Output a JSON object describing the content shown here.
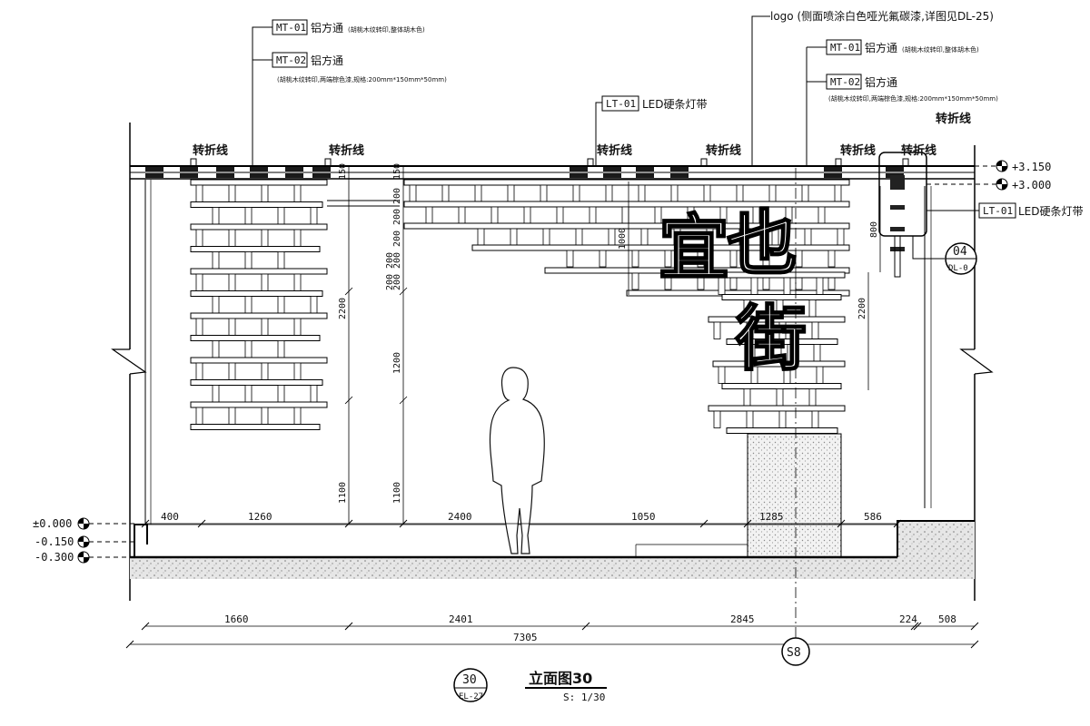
{
  "callouts": {
    "mt01_left": {
      "code": "MT-01",
      "title": "铝方通",
      "note": "(胡桃木纹转印,整体胡木色)"
    },
    "mt02_left": {
      "code": "MT-02",
      "title": "铝方通",
      "note": "(胡桃木纹转印,两端棕色漆,规格:200mm*150mm*50mm)"
    },
    "logo": "logo (侧面喷涂白色哑光氟碳漆,详图见DL-25)",
    "mt01_right": {
      "code": "MT-01",
      "title": "铝方通",
      "note": "(胡桃木纹转印,整体胡木色)"
    },
    "mt02_right": {
      "code": "MT-02",
      "title": "铝方通",
      "note": "(胡桃木纹转印,两端棕色漆,规格:200mm*150mm*50mm)"
    },
    "lt01_top": {
      "code": "LT-01",
      "title": "LED硬条灯带"
    },
    "lt01_right": {
      "code": "LT-01",
      "title": "LED硬条灯带"
    },
    "fold_line": "转折线"
  },
  "logo_chars": [
    "宜",
    "也",
    "街"
  ],
  "levels": {
    "top1": "+3.150",
    "top2": "+3.000",
    "zero": "±0.000",
    "m150": "-0.150",
    "m300": "-0.300"
  },
  "dims": {
    "floor": [
      "400",
      "1260",
      "2400",
      "1050",
      "1285",
      "586"
    ],
    "bottom1": [
      "1660",
      "2401",
      "2845",
      "224",
      "508"
    ],
    "total": "7305",
    "v_left": [
      "150",
      "2200",
      "1100"
    ],
    "v_mid": [
      "150",
      "200",
      "200",
      "200",
      "200",
      "200",
      "200",
      "200",
      "1200",
      "1100"
    ],
    "v_logo": "1000",
    "v_right": [
      "800",
      "2200"
    ]
  },
  "symbols": {
    "detail_num": "04",
    "detail_ref": "DL-0",
    "section": "S8"
  },
  "title_block": {
    "num": "30",
    "sheet": "EL-27",
    "title": "立面图30",
    "scale": "S: 1/30"
  }
}
